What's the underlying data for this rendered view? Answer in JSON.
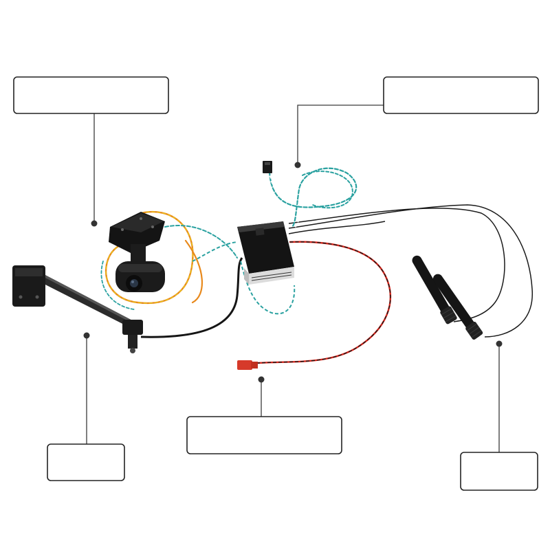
{
  "callouts": [
    {
      "id": "gimbal-camera",
      "label": ""
    },
    {
      "id": "receiver-wires",
      "label": ""
    },
    {
      "id": "mounting-arm",
      "label": ""
    },
    {
      "id": "power-cable",
      "label": ""
    },
    {
      "id": "antennas",
      "label": ""
    }
  ],
  "colors": {
    "wire_teal": "#2aa1a0",
    "wire_orange": "#e8891c",
    "wire_yellow": "#e9c21c",
    "wire_red": "#d8261c",
    "wire_black": "#1a1a1a",
    "device_body": "#141414",
    "connector_red": "#d63a2a"
  }
}
